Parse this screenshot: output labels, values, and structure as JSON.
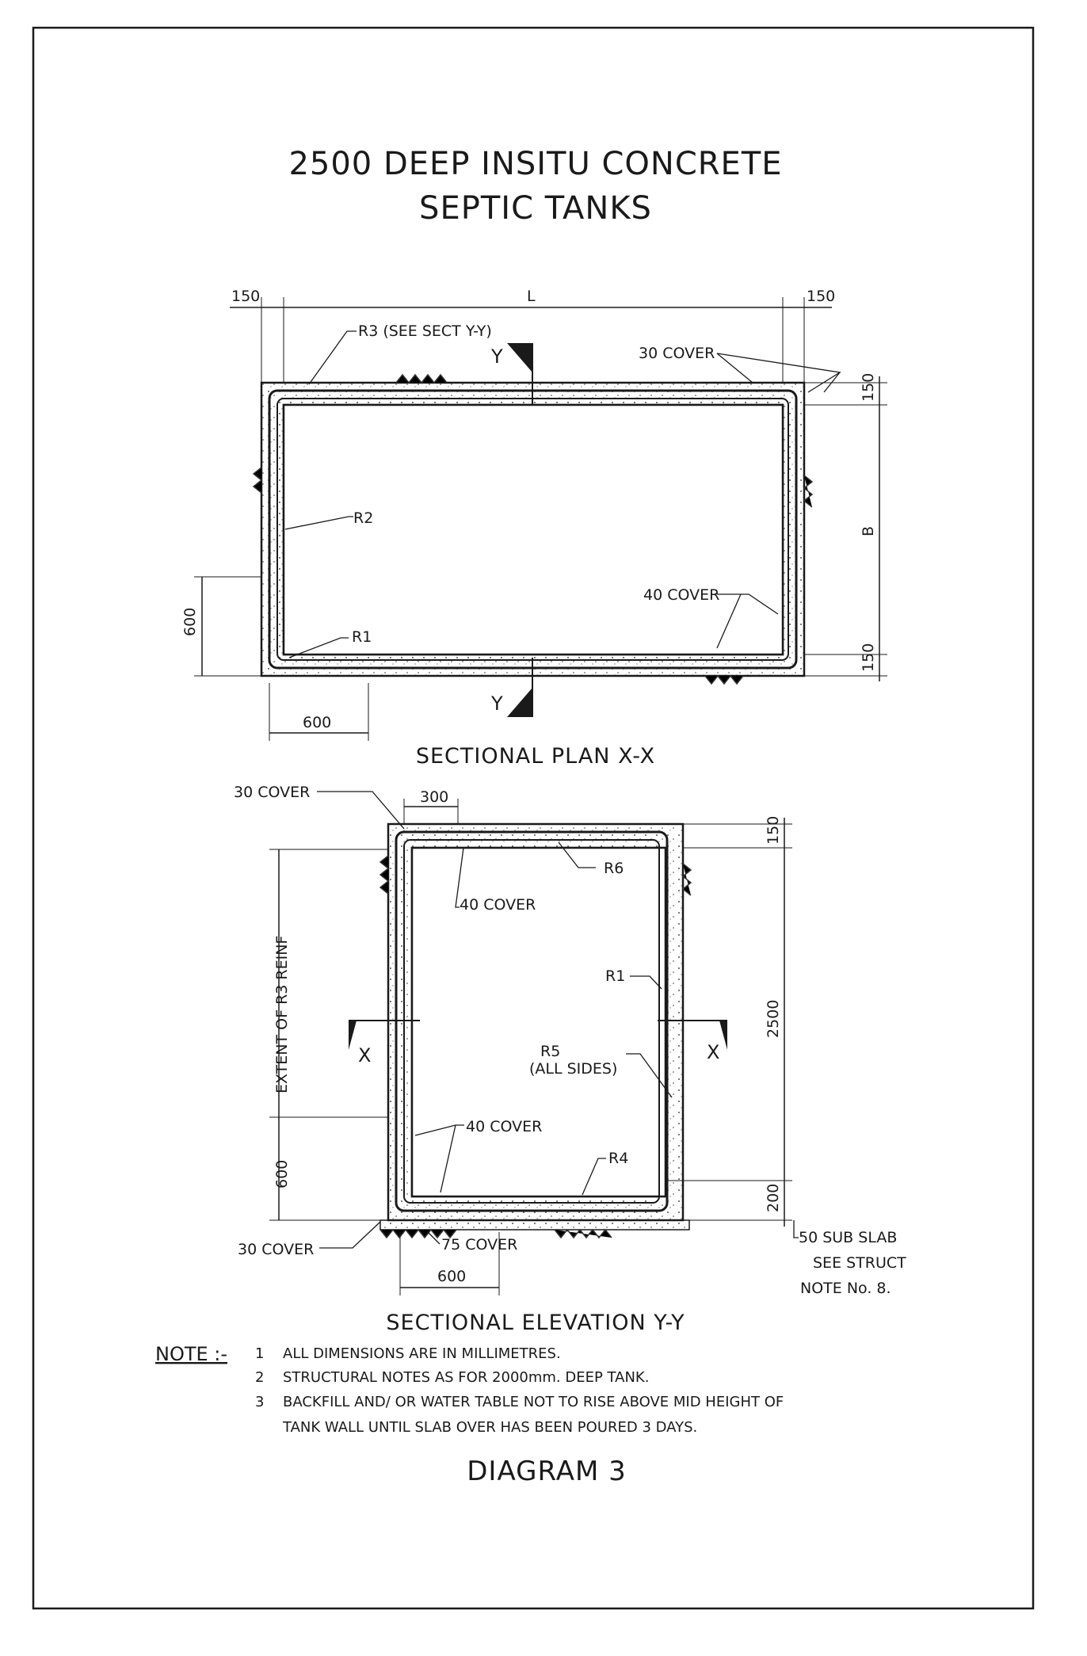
{
  "title": {
    "line1": "2500 DEEP INSITU CONCRETE",
    "line2": "SEPTIC TANKS"
  },
  "plan": {
    "caption": "SECTIONAL PLAN  X-X",
    "dims": {
      "left_wall": "150",
      "length": "L",
      "right_wall": "150",
      "top_wall": "150",
      "breadth": "B",
      "bottom_wall": "150",
      "outlet_height": "600",
      "outlet_width": "600"
    },
    "labels": {
      "r3": "R3 (SEE  SECT Y-Y)",
      "cover30": "30 COVER",
      "r2": "R2",
      "cover40": "40 COVER",
      "r1": "R1",
      "section_top": "Y",
      "section_bottom": "Y"
    }
  },
  "elevation": {
    "caption": "SECTIONAL  ELEVATION  Y-Y",
    "dims": {
      "top_300": "300",
      "top_slab": "150",
      "height": "2500",
      "base": "200",
      "bottom_600": "600",
      "left_600": "600"
    },
    "labels": {
      "cover30_top": "30 COVER",
      "r6": "R6",
      "cover40_top": "40 COVER",
      "extent": "EXTENT OF R3 REINF",
      "r1": "R1",
      "section_left": "X",
      "section_right": "X",
      "r5": "R5",
      "r5_sub": "(ALL SIDES)",
      "cover40_bottom": "40 COVER",
      "r4": "R4",
      "cover30_bottom": "30 COVER",
      "cover75": "75 COVER",
      "subslab1": "50 SUB SLAB",
      "subslab2": "SEE  STRUCT",
      "subslab3": "NOTE  No. 8."
    }
  },
  "notes": {
    "heading": "NOTE :-",
    "items": [
      {
        "num": "1",
        "text": "ALL DIMENSIONS ARE IN MILLIMETRES."
      },
      {
        "num": "2",
        "text": "STRUCTURAL NOTES AS FOR 2000mm. DEEP TANK."
      },
      {
        "num": "3",
        "text": "BACKFILL AND/ OR WATER TABLE NOT TO RISE ABOVE MID  HEIGHT OF"
      }
    ],
    "continuation": "TANK WALL UNTIL SLAB OVER HAS BEEN POURED 3 DAYS."
  },
  "diagram_label": "DIAGRAM 3"
}
